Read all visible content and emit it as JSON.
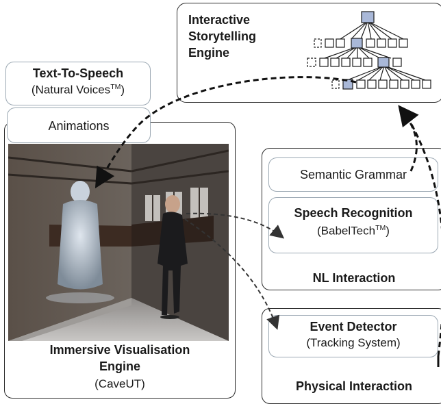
{
  "storytelling": {
    "title": "Interactive Storytelling Engine"
  },
  "tts": {
    "title": "Text-To-Speech",
    "subtitle": "(Natural Voices",
    "trademark": "TM",
    "close": ")"
  },
  "animations": {
    "label": "Animations"
  },
  "visualisation": {
    "title_line1": "Immersive Visualisation",
    "title_line2": "Engine",
    "subtitle": "(CaveUT)"
  },
  "nl": {
    "semantic_grammar": "Semantic Grammar",
    "speech_title": "Speech Recognition",
    "speech_sub": "(BabelTech",
    "speech_tm": "TM",
    "speech_close": ")",
    "label": "NL Interaction"
  },
  "physical": {
    "event_title": "Event Detector",
    "event_sub": "(Tracking System)",
    "label": "Physical Interaction"
  },
  "colors": {
    "line": "#1a1a1a",
    "node_fill": "#a9b8d8",
    "arrow": "#111111",
    "box_light_border": "#9aa7b2"
  }
}
